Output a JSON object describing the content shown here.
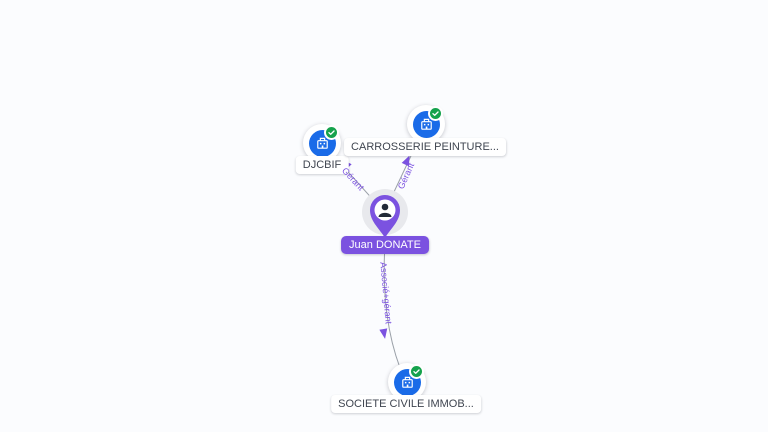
{
  "graph": {
    "person": {
      "label": "Juan DONATE",
      "type": "person"
    },
    "companies": [
      {
        "label": "DJCBIF",
        "verified": true
      },
      {
        "label": "CARROSSERIE PEINTURE...",
        "verified": true
      },
      {
        "label": "SOCIETE CIVILE IMMOB...",
        "verified": true
      }
    ],
    "edges": [
      {
        "from": "Juan DONATE",
        "to": "DJCBIF",
        "label": "Gérant"
      },
      {
        "from": "Juan DONATE",
        "to": "CARROSSERIE PEINTURE...",
        "label": "Gérant"
      },
      {
        "from": "Juan DONATE",
        "to": "SOCIETE CIVILE IMMOB...",
        "label": "Associé+gérant"
      }
    ],
    "icons": {
      "company": "building-icon",
      "person": "person-icon",
      "badge": "check-icon"
    }
  },
  "colors": {
    "background": "#FBFCFE",
    "accent_purple": "#7B52E0",
    "company_blue": "#1A6BE8",
    "verified_green": "#15A24C",
    "edge_gray": "#9AA0A8",
    "label_text": "#3F4550",
    "person_icon_dark": "#222A38"
  }
}
